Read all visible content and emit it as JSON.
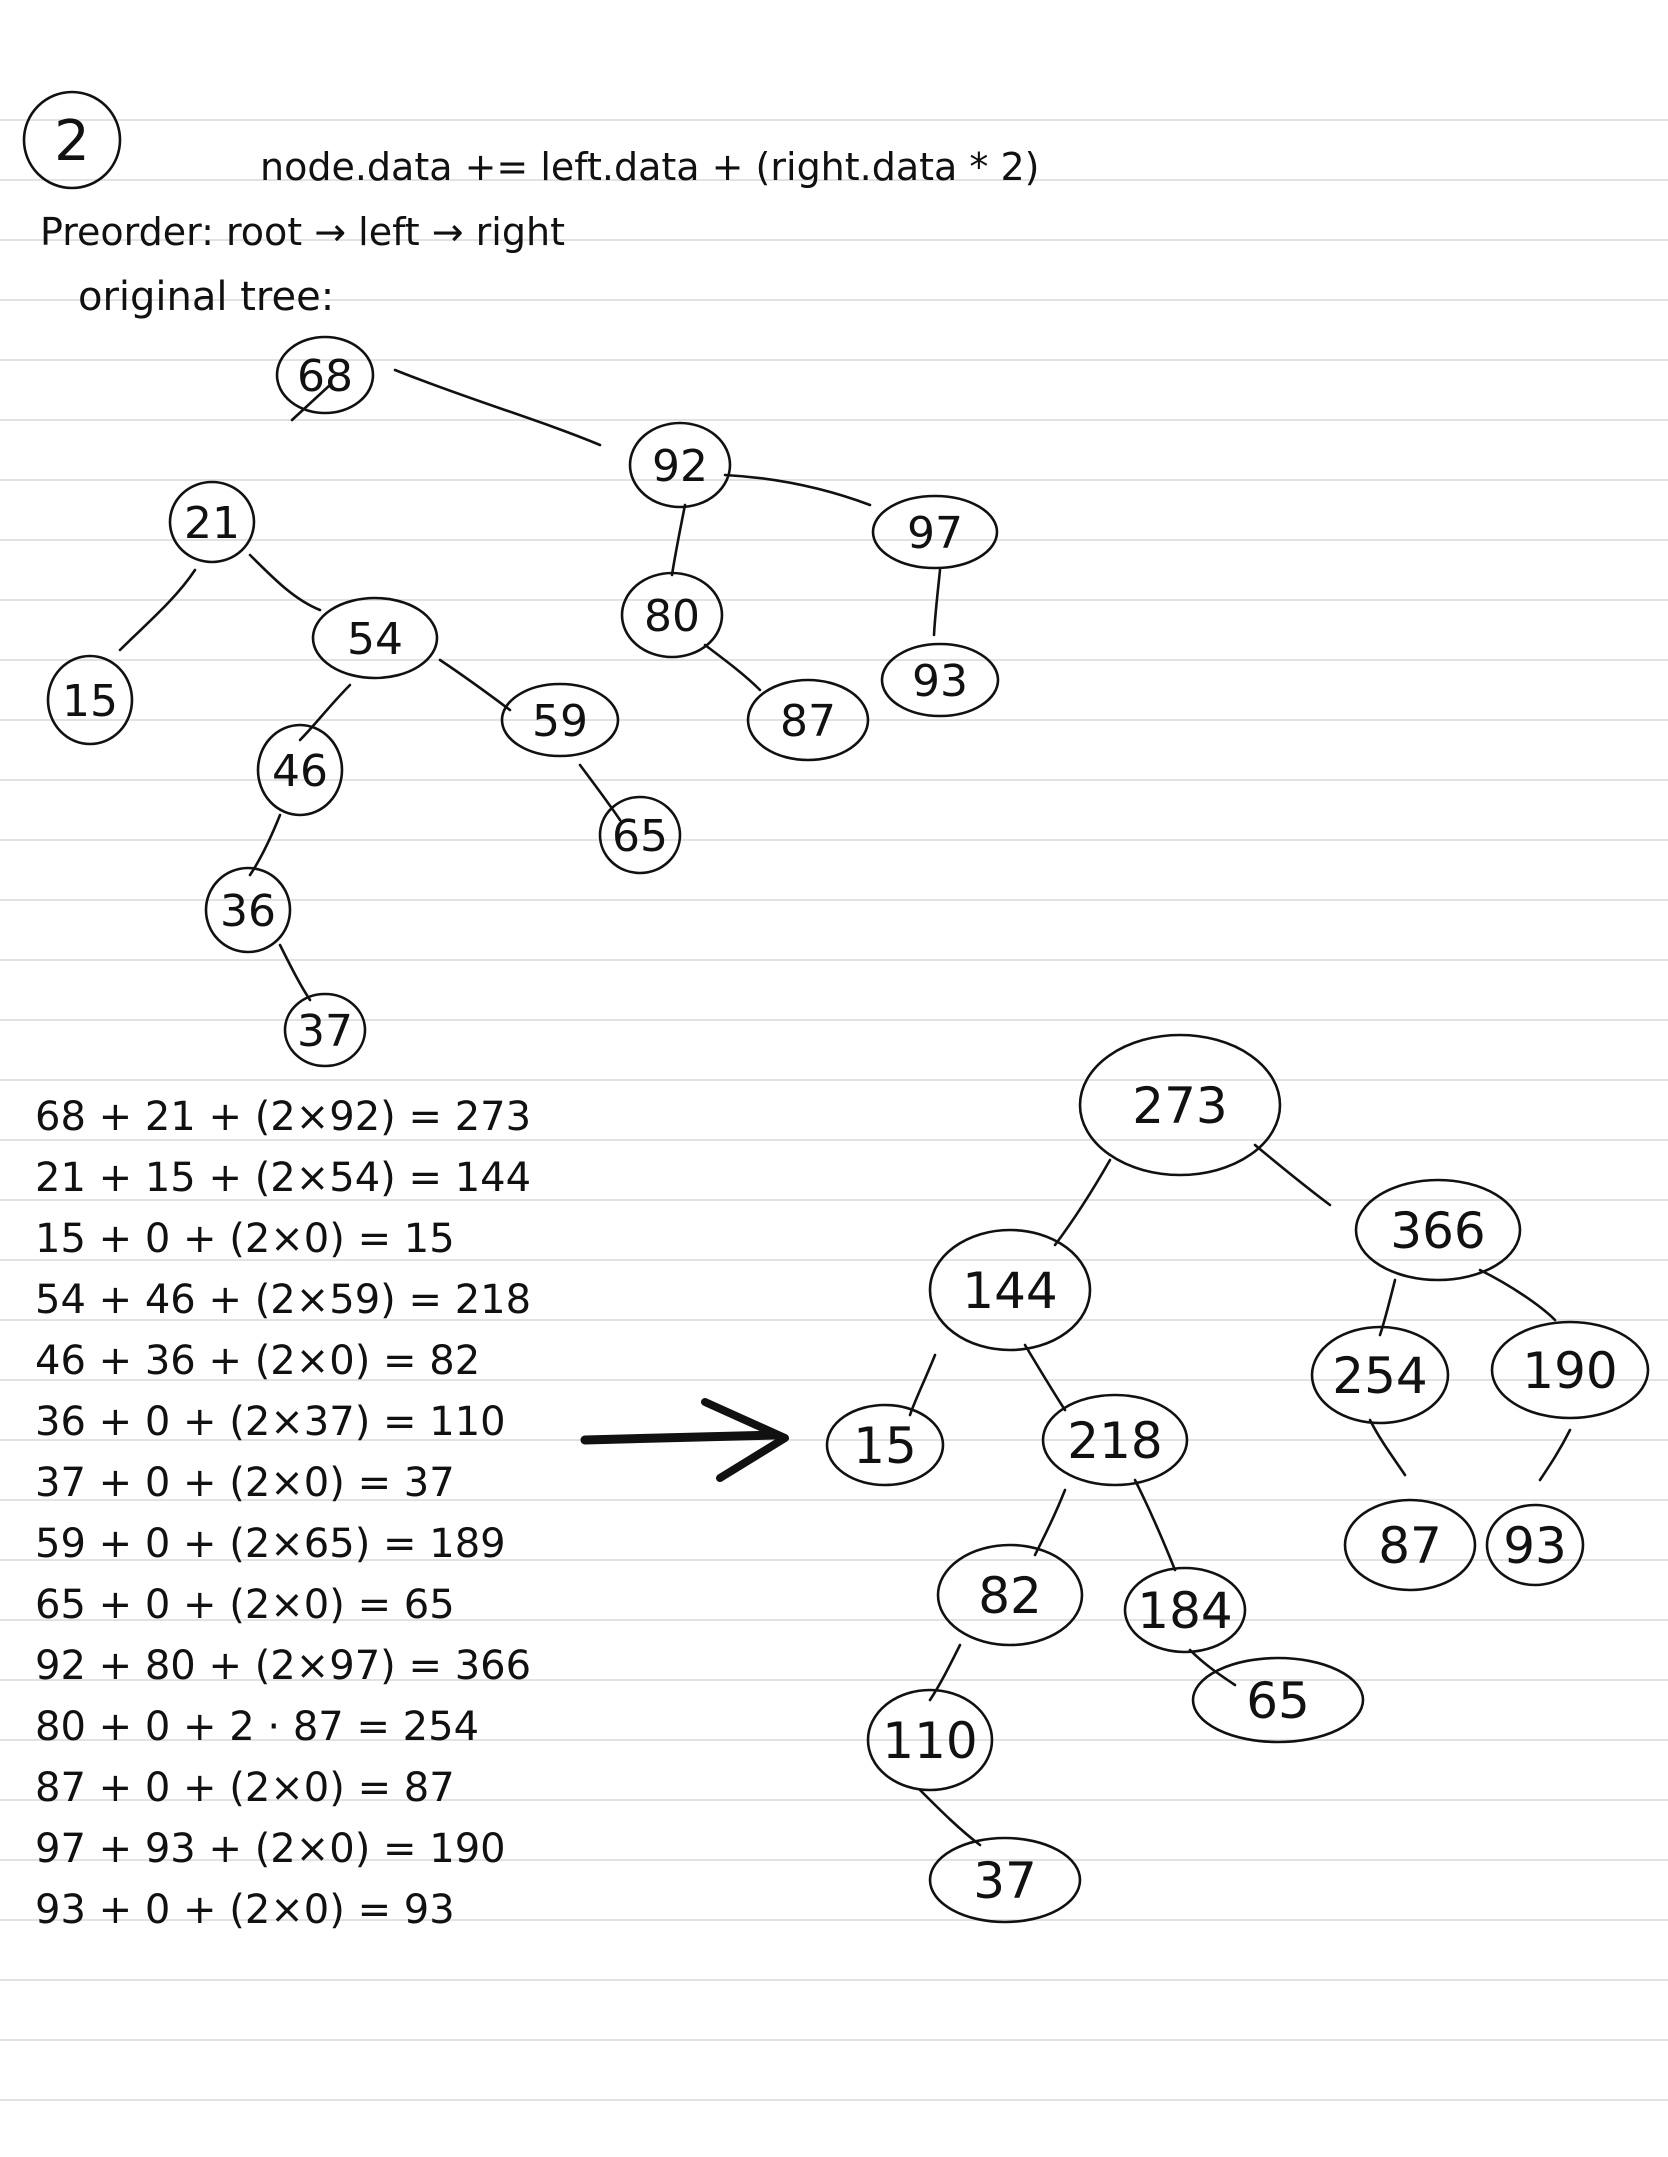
{
  "problem_number": "2",
  "formula": "node.data += left.data + (right.data * 2)",
  "preorder_note": "Preorder: root → left → right",
  "original_tree_label": "original tree:",
  "original_tree": [
    {
      "id": "o68",
      "value": "68"
    },
    {
      "id": "o21",
      "value": "21"
    },
    {
      "id": "o92",
      "value": "92"
    },
    {
      "id": "o15",
      "value": "15"
    },
    {
      "id": "o54",
      "value": "54"
    },
    {
      "id": "o80",
      "value": "80"
    },
    {
      "id": "o97",
      "value": "97"
    },
    {
      "id": "o46",
      "value": "46"
    },
    {
      "id": "o59",
      "value": "59"
    },
    {
      "id": "o87",
      "value": "87"
    },
    {
      "id": "o93",
      "value": "93"
    },
    {
      "id": "o65",
      "value": "65"
    },
    {
      "id": "o36",
      "value": "36"
    },
    {
      "id": "o37",
      "value": "37"
    }
  ],
  "calculations": [
    "68 + 21 + (2×92) = 273",
    "21 + 15 + (2×54) = 144",
    "15 + 0 + (2×0) = 15",
    "54 + 46 + (2×59) = 218",
    "46 + 36 + (2×0) = 82",
    "36 + 0 + (2×37) = 110",
    "37 + 0 + (2×0) = 37",
    "59 + 0 + (2×65) = 189",
    "65 + 0 + (2×0) = 65",
    "92 + 80 + (2×97) = 366",
    "80 + 0 + 2 · 87 = 254",
    "87 + 0 + (2×0) = 87",
    "97 + 93 + (2×0) = 190",
    "93 + 0 + (2×0) = 93"
  ],
  "result_tree": [
    {
      "id": "r273",
      "value": "273"
    },
    {
      "id": "r144",
      "value": "144"
    },
    {
      "id": "r366",
      "value": "366"
    },
    {
      "id": "r15",
      "value": "15"
    },
    {
      "id": "r218",
      "value": "218"
    },
    {
      "id": "r254",
      "value": "254"
    },
    {
      "id": "r190",
      "value": "190"
    },
    {
      "id": "r82",
      "value": "82"
    },
    {
      "id": "r184",
      "value": "184"
    },
    {
      "id": "r87",
      "value": "87"
    },
    {
      "id": "r93",
      "value": "93"
    },
    {
      "id": "r110",
      "value": "110"
    },
    {
      "id": "r65",
      "value": "65"
    },
    {
      "id": "r37",
      "value": "37"
    }
  ]
}
